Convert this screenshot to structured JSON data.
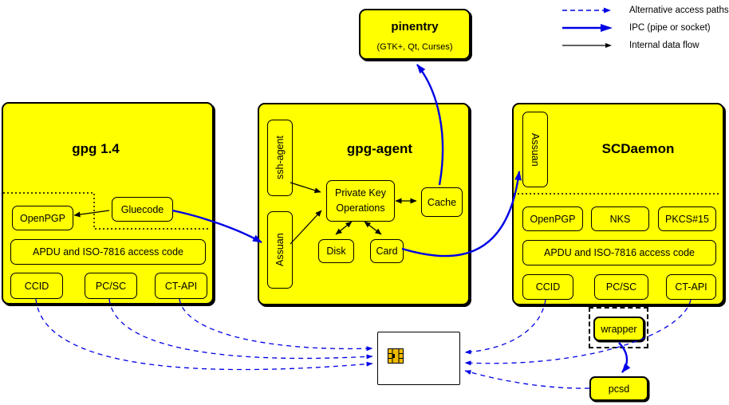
{
  "legend": {
    "items": [
      {
        "label": "Alternative access paths",
        "style": "dashed-blue-arrow"
      },
      {
        "label": "IPC (pipe or socket)",
        "style": "solid-blue-arrow"
      },
      {
        "label": "Internal data flow",
        "style": "solid-black-arrow"
      }
    ]
  },
  "pinentry": {
    "title": "pinentry",
    "subtitle": "(GTK+, Qt, Curses)"
  },
  "gpg14": {
    "title": "gpg 1.4",
    "openpgp": "OpenPGP",
    "gluecode": "Gluecode",
    "apdu": "APDU and ISO-7816 access code",
    "ccid": "CCID",
    "pcsc": "PC/SC",
    "ctapi": "CT-API"
  },
  "gpg_agent": {
    "title": "gpg-agent",
    "ssh_agent": "ssh-agent",
    "assuan": "Assuan",
    "private_key_ops_line1": "Private Key",
    "private_key_ops_line2": "Operations",
    "cache": "Cache",
    "disk": "Disk",
    "card": "Card"
  },
  "scdaemon": {
    "title": "SCDaemon",
    "assuan": "Assuan",
    "openpgp": "OpenPGP",
    "nks": "NKS",
    "pkcs15": "PKCS#15",
    "apdu": "APDU and ISO-7816 access code",
    "ccid": "CCID",
    "pcsc": "PC/SC",
    "ctapi": "CT-API"
  },
  "bottom": {
    "wrapper": "wrapper",
    "pcsd": "pcsd"
  },
  "colors": {
    "node_fill": "#ffff00",
    "ipc_blue": "#0000e6",
    "line_black": "#000000",
    "chip_gold": "#eebb00",
    "background": "#ffffff"
  }
}
